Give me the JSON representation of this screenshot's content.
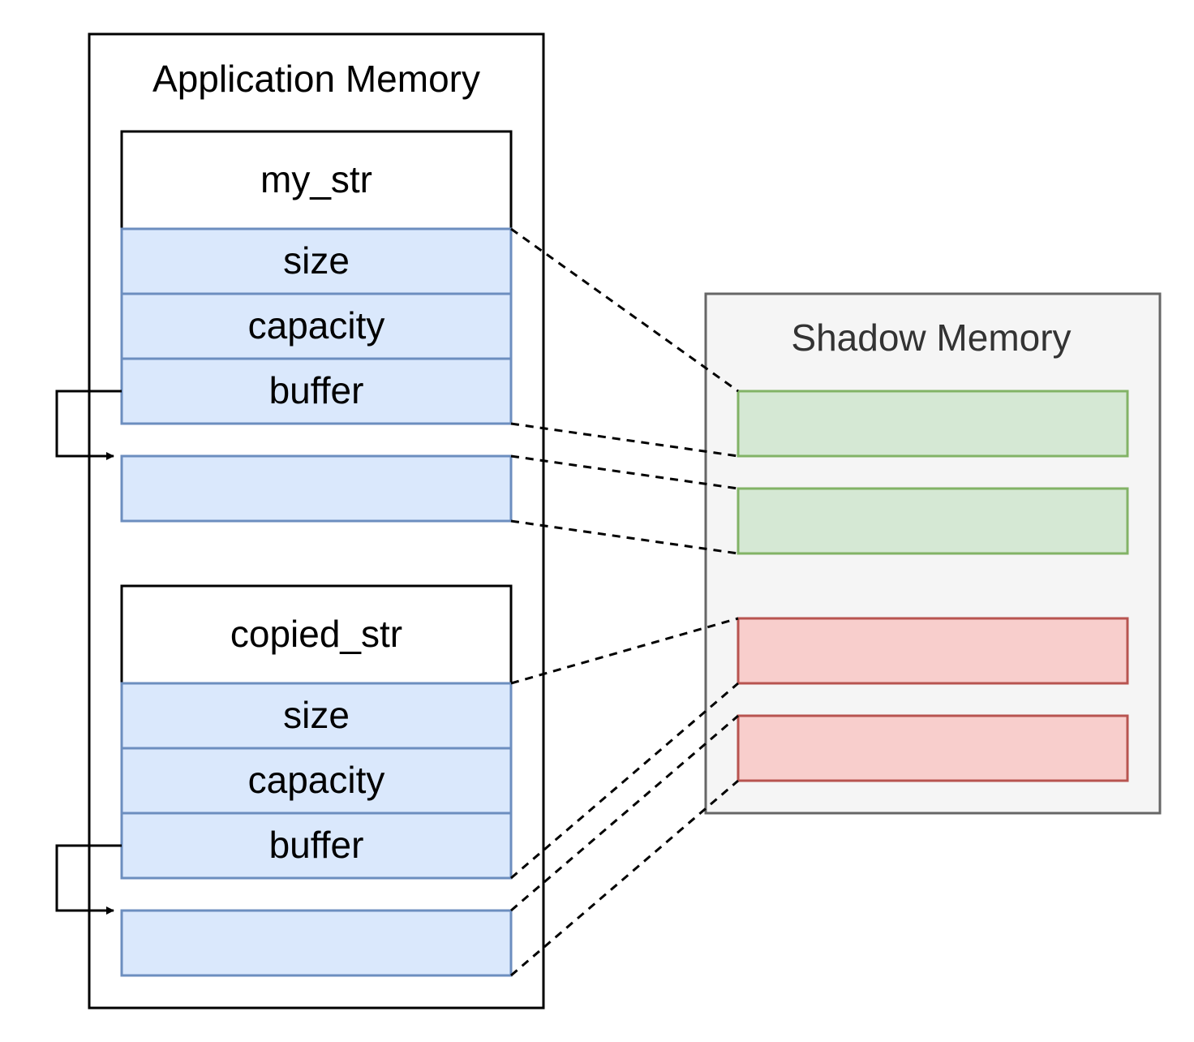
{
  "application_memory": {
    "title": "Application Memory",
    "structs": [
      {
        "name": "my_str",
        "fields": [
          "size",
          "capacity",
          "buffer"
        ],
        "heap_label": ""
      },
      {
        "name": "copied_str",
        "fields": [
          "size",
          "capacity",
          "buffer"
        ],
        "heap_label": ""
      }
    ]
  },
  "shadow_memory": {
    "title": "Shadow Memory",
    "cells": [
      {
        "state": "valid"
      },
      {
        "state": "valid"
      },
      {
        "state": "poisoned"
      },
      {
        "state": "poisoned"
      }
    ]
  },
  "colors": {
    "struct_fill": "#dae8fc",
    "struct_stroke": "#6c8ebf",
    "valid_fill": "#d5e8d4",
    "valid_stroke": "#82b366",
    "poisoned_fill": "#f8cecc",
    "poisoned_stroke": "#b85450",
    "shadow_fill": "#f5f5f5",
    "shadow_stroke": "#666666"
  }
}
